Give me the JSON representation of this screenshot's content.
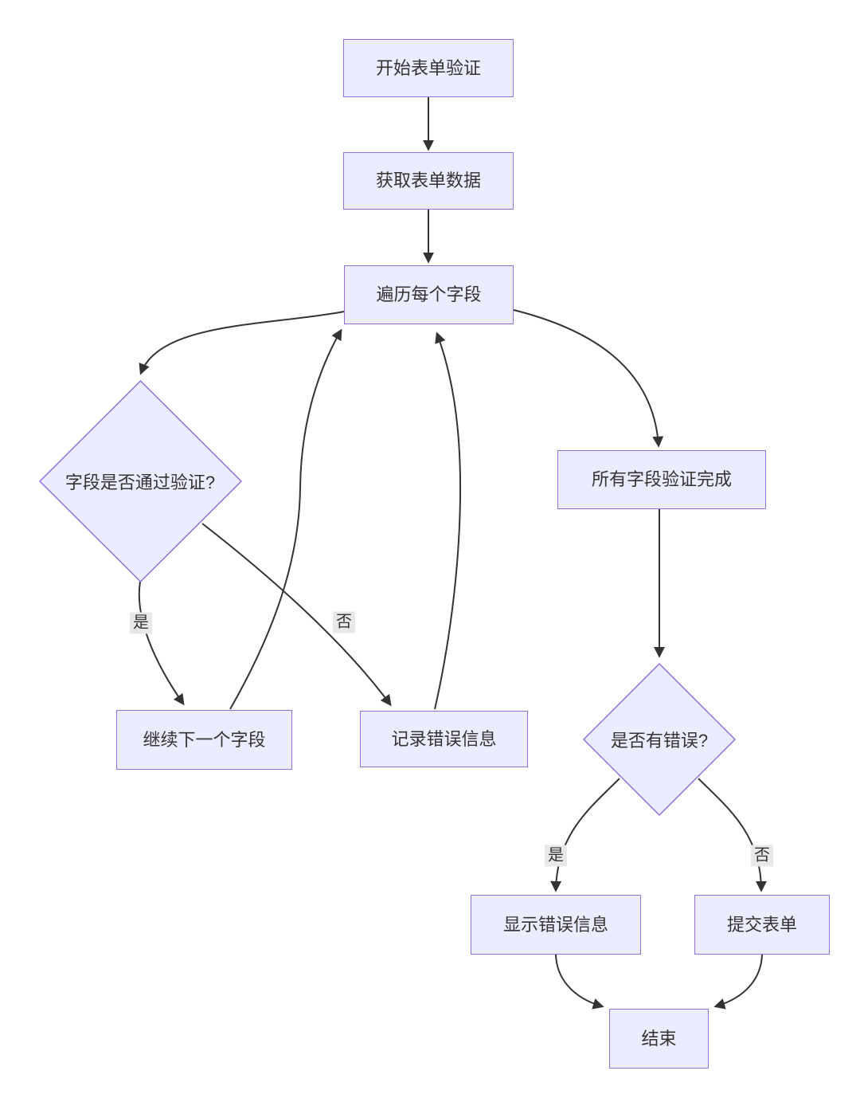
{
  "diagram": {
    "type": "flowchart",
    "direction": "top-down",
    "nodes": [
      {
        "id": "start",
        "shape": "rect",
        "label": "开始表单验证"
      },
      {
        "id": "getData",
        "shape": "rect",
        "label": "获取表单数据"
      },
      {
        "id": "iterate",
        "shape": "rect",
        "label": "遍历每个字段"
      },
      {
        "id": "fieldValid",
        "shape": "diamond",
        "label": "字段是否通过验证?"
      },
      {
        "id": "allDone",
        "shape": "rect",
        "label": "所有字段验证完成"
      },
      {
        "id": "nextField",
        "shape": "rect",
        "label": "继续下一个字段"
      },
      {
        "id": "logError",
        "shape": "rect",
        "label": "记录错误信息"
      },
      {
        "id": "hasErrors",
        "shape": "diamond",
        "label": "是否有错误?"
      },
      {
        "id": "showErrors",
        "shape": "rect",
        "label": "显示错误信息"
      },
      {
        "id": "submit",
        "shape": "rect",
        "label": "提交表单"
      },
      {
        "id": "end",
        "shape": "rect",
        "label": "结束"
      }
    ],
    "edges": [
      {
        "from": "start",
        "to": "getData",
        "label": ""
      },
      {
        "from": "getData",
        "to": "iterate",
        "label": ""
      },
      {
        "from": "iterate",
        "to": "fieldValid",
        "label": ""
      },
      {
        "from": "iterate",
        "to": "allDone",
        "label": ""
      },
      {
        "from": "fieldValid",
        "to": "nextField",
        "label": "是"
      },
      {
        "from": "fieldValid",
        "to": "logError",
        "label": "否"
      },
      {
        "from": "nextField",
        "to": "iterate",
        "label": ""
      },
      {
        "from": "logError",
        "to": "iterate",
        "label": ""
      },
      {
        "from": "allDone",
        "to": "hasErrors",
        "label": ""
      },
      {
        "from": "hasErrors",
        "to": "showErrors",
        "label": "是"
      },
      {
        "from": "hasErrors",
        "to": "submit",
        "label": "否"
      },
      {
        "from": "showErrors",
        "to": "end",
        "label": ""
      },
      {
        "from": "submit",
        "to": "end",
        "label": ""
      }
    ],
    "colors": {
      "node_fill": "#ECECFF",
      "node_border": "#9370DB",
      "edge": "#333333",
      "text": "#333333",
      "label_bg": "#e8e8e8",
      "background": "#ffffff"
    }
  }
}
